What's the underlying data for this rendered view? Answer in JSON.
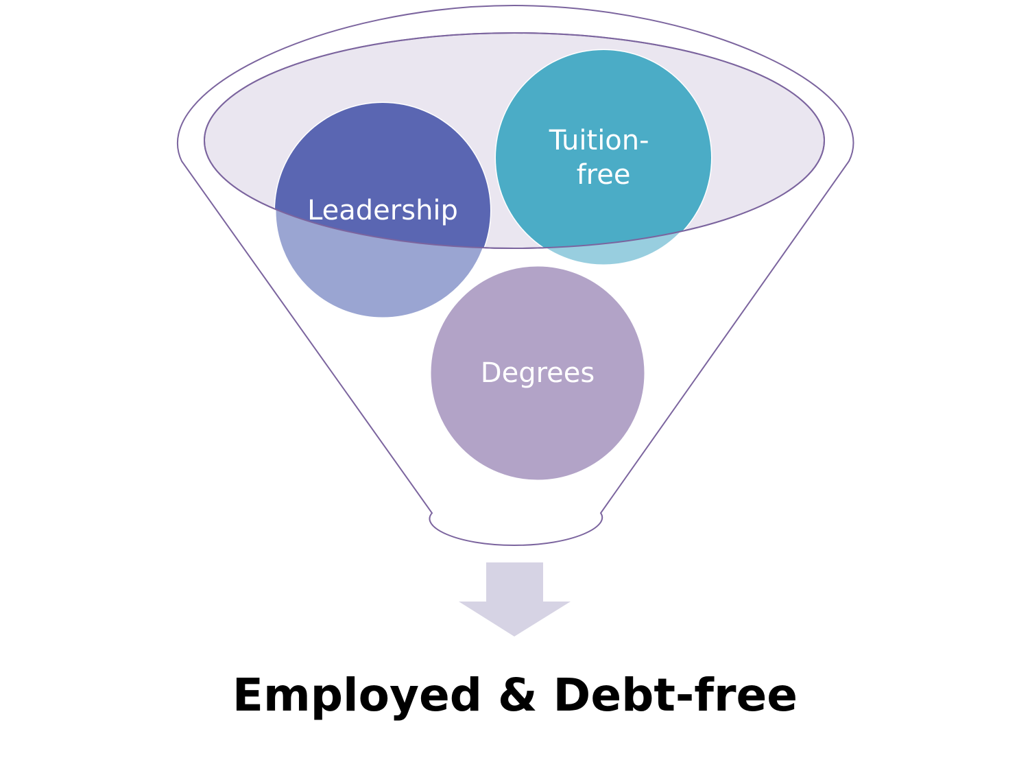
{
  "diagram": {
    "colors": {
      "funnel_outline": "#7B649E",
      "funnel_fill": "#EAE6F0",
      "arrow": "#D6D3E4",
      "leadership": "#5A66B2",
      "tuition": "#4BACC6",
      "degrees": "#B2A3C7",
      "label_text": "#FFFFFF",
      "result_text": "#000000"
    },
    "bubbles": [
      {
        "key": "leadership",
        "label_lines": [
          "Leadership"
        ]
      },
      {
        "key": "tuition",
        "label_lines": [
          "Tuition-",
          "free"
        ]
      },
      {
        "key": "degrees",
        "label_lines": [
          "Degrees"
        ]
      }
    ],
    "result": "Employed & Debt-free"
  }
}
